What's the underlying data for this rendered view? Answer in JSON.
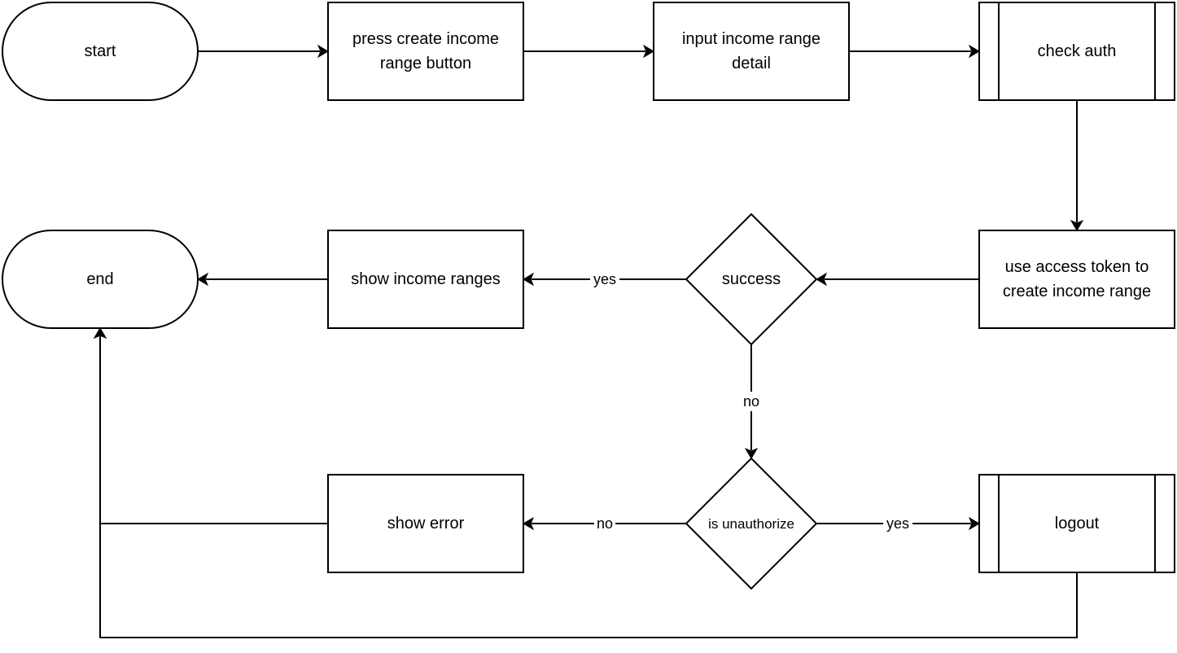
{
  "nodes": {
    "start": {
      "label": "start",
      "shape": "terminator"
    },
    "press_create": {
      "label": "press create income\nrange button",
      "shape": "process"
    },
    "input_detail": {
      "label": "input income range\ndetail",
      "shape": "process"
    },
    "check_auth": {
      "label": "check auth",
      "shape": "subprocess"
    },
    "use_token": {
      "label": "use access token to\ncreate income range",
      "shape": "process"
    },
    "success": {
      "label": "success",
      "shape": "decision"
    },
    "show_ranges": {
      "label": "show income ranges",
      "shape": "process"
    },
    "end": {
      "label": "end",
      "shape": "terminator"
    },
    "is_unauthorize": {
      "label": "is unauthorize",
      "shape": "decision"
    },
    "show_error": {
      "label": "show error",
      "shape": "process"
    },
    "logout": {
      "label": "logout",
      "shape": "subprocess"
    }
  },
  "edges": [
    {
      "from": "start",
      "to": "press_create",
      "label": ""
    },
    {
      "from": "press_create",
      "to": "input_detail",
      "label": ""
    },
    {
      "from": "input_detail",
      "to": "check_auth",
      "label": ""
    },
    {
      "from": "check_auth",
      "to": "use_token",
      "label": ""
    },
    {
      "from": "use_token",
      "to": "success",
      "label": ""
    },
    {
      "from": "success",
      "to": "show_ranges",
      "label": "yes"
    },
    {
      "from": "show_ranges",
      "to": "end",
      "label": ""
    },
    {
      "from": "success",
      "to": "is_unauthorize",
      "label": "no"
    },
    {
      "from": "is_unauthorize",
      "to": "show_error",
      "label": "no"
    },
    {
      "from": "is_unauthorize",
      "to": "logout",
      "label": "yes"
    },
    {
      "from": "show_error",
      "to": "end",
      "label": ""
    },
    {
      "from": "logout",
      "to": "end",
      "label": ""
    }
  ],
  "colors": {
    "stroke": "#000000",
    "fill": "#ffffff",
    "text": "#000000"
  }
}
